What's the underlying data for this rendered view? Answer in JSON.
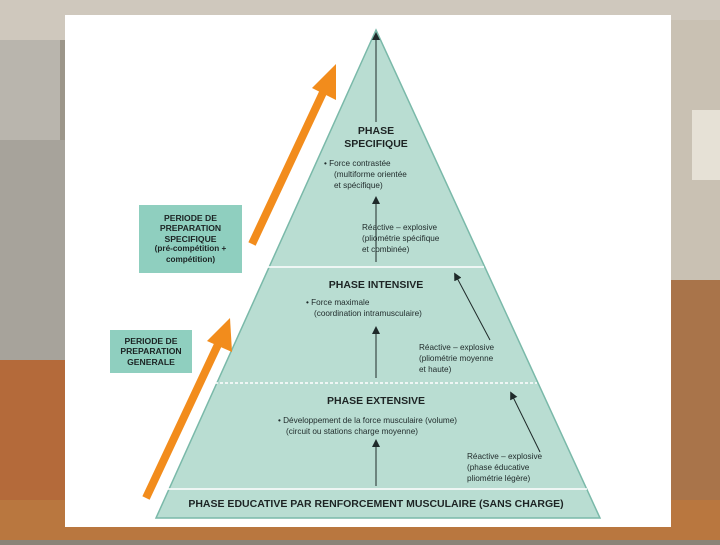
{
  "colors": {
    "pyramid_fill": "#b9ddd2",
    "pyramid_stroke": "#7ab9a9",
    "period_box": "#8fcfbf",
    "orange_arrow": "#f28c1c"
  },
  "periods": {
    "specific": {
      "line1": "PERIODE DE",
      "line2": "PREPARATION",
      "line3": "SPECIFIQUE",
      "line4": "(pré-compétition +",
      "line5": "compétition)"
    },
    "general": {
      "line1": "PERIODE DE",
      "line2": "PREPARATION",
      "line3": "GENERALE"
    }
  },
  "phases": {
    "specifique": {
      "title1": "PHASE",
      "title2": "SPECIFIQUE",
      "bullet1": "• Force contrastée",
      "bullet2": "(multiforme orientée",
      "bullet3": "et spécifique)",
      "reactive1": "Réactive – explosive",
      "reactive2": "(pliométrie spécifique",
      "reactive3": "et combinée)"
    },
    "intensive": {
      "title": "PHASE INTENSIVE",
      "bullet1": "• Force maximale",
      "bullet2": "(coordination intramusculaire)",
      "reactive1": "Réactive – explosive",
      "reactive2": "(pliométrie moyenne",
      "reactive3": "et haute)"
    },
    "extensive": {
      "title": "PHASE EXTENSIVE",
      "bullet1": "• Développement de la force musculaire (volume)",
      "bullet2": "(circuit ou stations charge moyenne)",
      "reactive1": "Réactive – explosive",
      "reactive2": "(phase éducative",
      "reactive3": "pliométrie légère)"
    },
    "educative": {
      "title": "PHASE EDUCATIVE PAR RENFORCEMENT MUSCULAIRE (SANS CHARGE)"
    }
  }
}
